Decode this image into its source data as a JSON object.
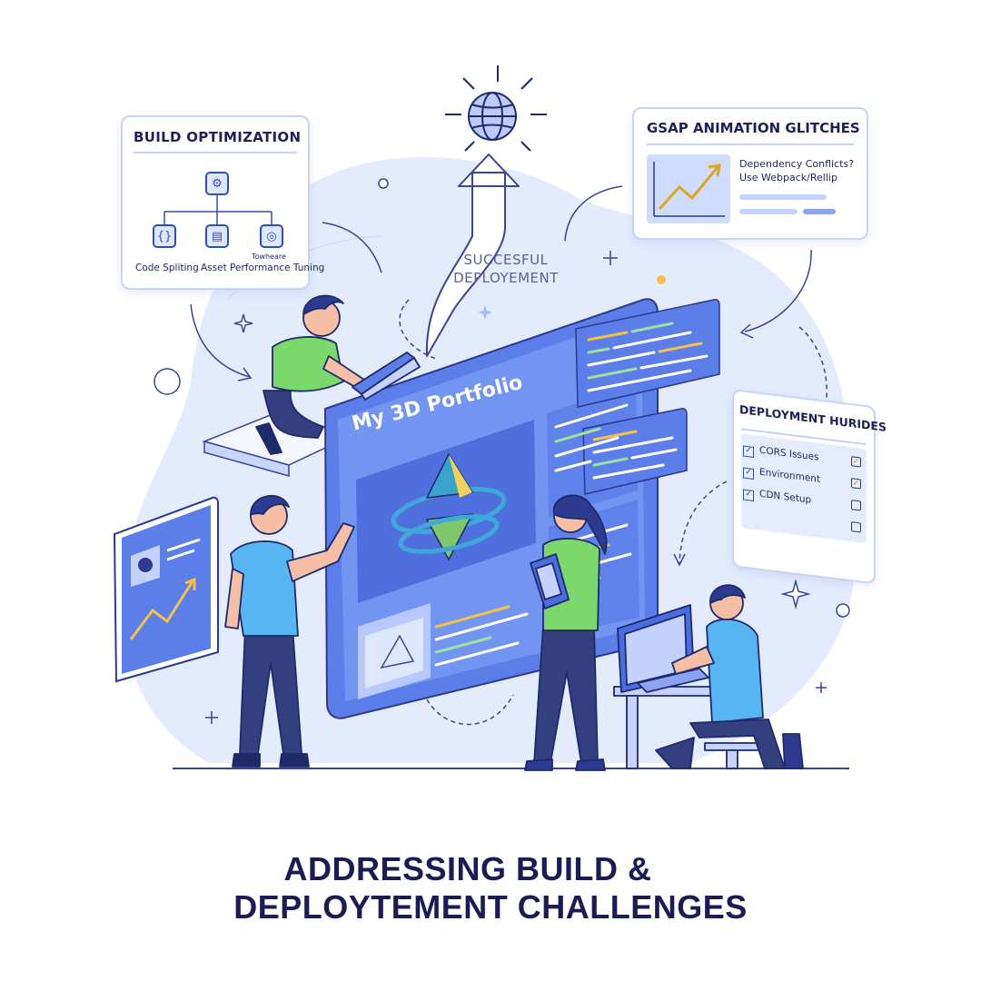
{
  "build_card": {
    "title": "BUILD OPTIMIZATION",
    "label_code_splitting": "Code Spliting",
    "label_asset": "Asset Performance Tuning",
    "label_tiny": "Towheare"
  },
  "gsap_card": {
    "title": "GSAP ANIMATION GLITCHES",
    "line1": "Dependency Conflicts?",
    "line2": "Use Webpack/Rellip"
  },
  "hurdles_card": {
    "title": "DEPLOYMENT HURIDES",
    "items": [
      "CORS Issues",
      "Environment",
      "CDN Setup"
    ]
  },
  "deploy_label": {
    "line1": "SUCCESFUL",
    "line2": "DEPLOYEMENT"
  },
  "portfolio": {
    "title": "My 3D Portfolio"
  },
  "heading": {
    "line1": "ADDRESSING BUILD &",
    "line2": "DEPLOYTEMENT CHALLENGES"
  },
  "colors": {
    "navy": "#1b1b56",
    "primary": "#4a6ee0",
    "blob": "#e3ebfd",
    "shirt_green": "#7cd86a",
    "shirt_blue": "#57b6f2"
  },
  "icons": [
    "globe-icon",
    "upload-arrow-icon",
    "sitemap-icon",
    "code-node-icon",
    "asset-node-icon",
    "performance-node-icon",
    "trend-chart-icon",
    "checkbox-icon",
    "sparkle-icon"
  ]
}
